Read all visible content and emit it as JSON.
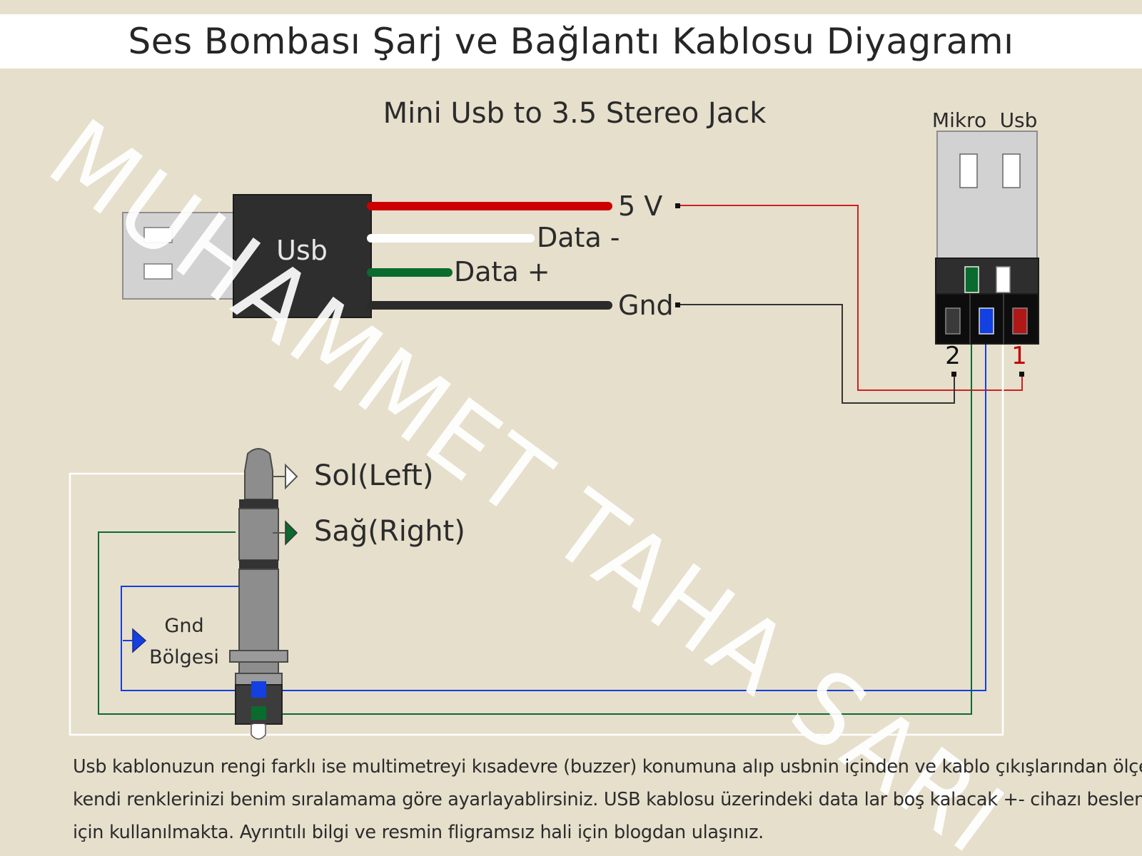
{
  "title": "Ses Bombası Şarj ve Bağlantı Kablosu Diyagramı",
  "subtitle": "Mini Usb to 3.5 Stereo Jack",
  "watermark": "MUHAMMET TAHA SARI",
  "usb_plug": {
    "label": "Usb",
    "wires": [
      {
        "label": "5 V",
        "color": "#cc0000"
      },
      {
        "label": "Data -",
        "color": "#ffffff"
      },
      {
        "label": "Data +",
        "color": "#0a6b2e"
      },
      {
        "label": "Gnd",
        "color": "#2b2b2b"
      }
    ]
  },
  "connector": {
    "mikro_label": "Mikro",
    "usb_label": "Usb",
    "pin_2": "2",
    "pin_1": "1",
    "pin_colors": {
      "black": "#3a3a3a",
      "blue": "#1340e0",
      "red": "#b01818",
      "green": "#0a6b2e",
      "white": "#ffffff"
    }
  },
  "jack": {
    "left_label": "Sol(Left)",
    "right_label": "Sağ(Right)",
    "gnd_label_line1": "Gnd",
    "gnd_label_line2": "Bölgesi"
  },
  "footer": {
    "line1": "Usb kablonuzun rengi farklı ise multimetreyi kısadevre (buzzer) konumuna alıp usbnin içinden ve kablo çıkışlarından ölçerek",
    "line2": "kendi renklerinizi benim sıralamama göre ayarlayablirsiniz. USB kablosu üzerindeki data lar boş kalacak +- cihazı beslemek",
    "line3": "için kullanılmakta. Ayrıntılı bilgi ve resmin fligramsız hali için blogdan ulaşınız."
  }
}
